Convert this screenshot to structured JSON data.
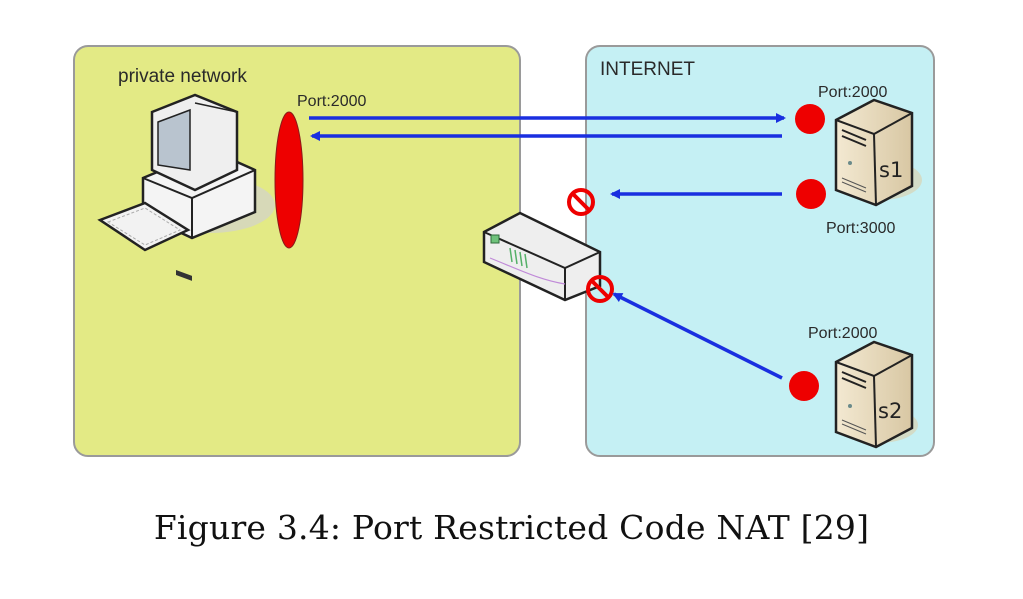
{
  "diagram": {
    "private_network": {
      "label": "private network",
      "color": "#e3ea85",
      "border": "#9a9a9a"
    },
    "internet": {
      "label": "INTERNET",
      "color": "#c5f0f4",
      "border": "#9a9a9a"
    },
    "nat_port_label": "Port:2000",
    "servers": [
      {
        "name": "s1",
        "ports": [
          "Port:2000",
          "Port:3000"
        ]
      },
      {
        "name": "s2",
        "ports": [
          "Port:2000"
        ]
      }
    ],
    "arrow_color": "#1a2fe0",
    "port_color": "#ee0000",
    "blocked_icon": "no-entry-icon",
    "flows": [
      {
        "from": "private host Port:2000",
        "to": "s1 Port:2000",
        "status": "allowed"
      },
      {
        "from": "s1 Port:2000",
        "to": "private host Port:2000",
        "status": "allowed"
      },
      {
        "from": "s1 Port:3000",
        "to": "NAT",
        "status": "blocked"
      },
      {
        "from": "s2 Port:2000",
        "to": "NAT",
        "status": "blocked"
      }
    ]
  },
  "caption": "Figure 3.4: Port Restricted Code NAT [29]"
}
